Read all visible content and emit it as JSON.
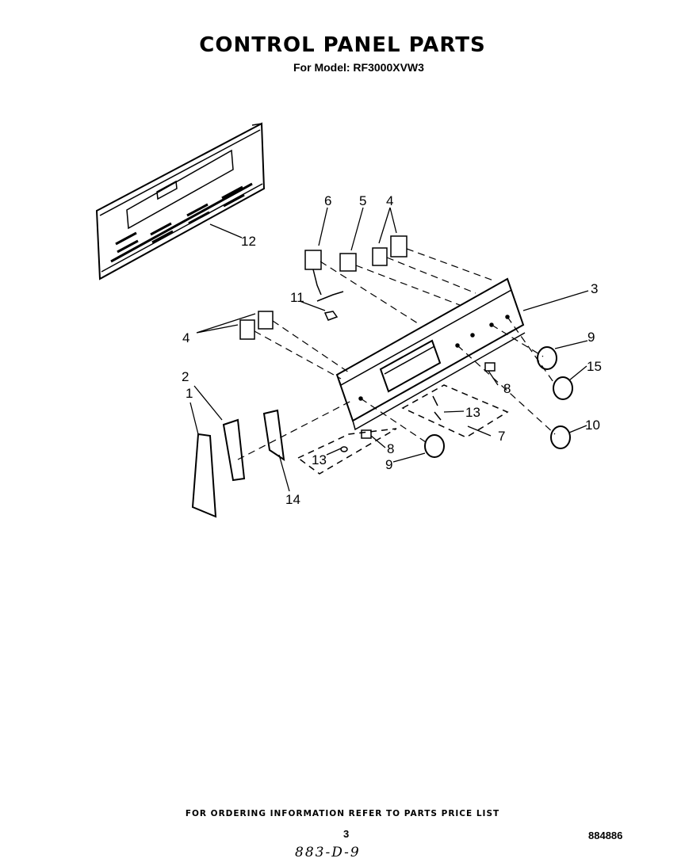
{
  "title": "CONTROL PANEL PARTS",
  "subtitle": "For Model: RF3000XVW3",
  "callouts": [
    "1",
    "2",
    "3",
    "4",
    "4",
    "5",
    "6",
    "7",
    "8",
    "8",
    "9",
    "9",
    "10",
    "11",
    "12",
    "13",
    "13",
    "14",
    "15"
  ],
  "footer": {
    "ordering_info": "FOR ORDERING INFORMATION REFER TO PARTS PRICE LIST",
    "page_number": "3",
    "doc_number": "884886",
    "handwritten_note": "883-D-9"
  }
}
